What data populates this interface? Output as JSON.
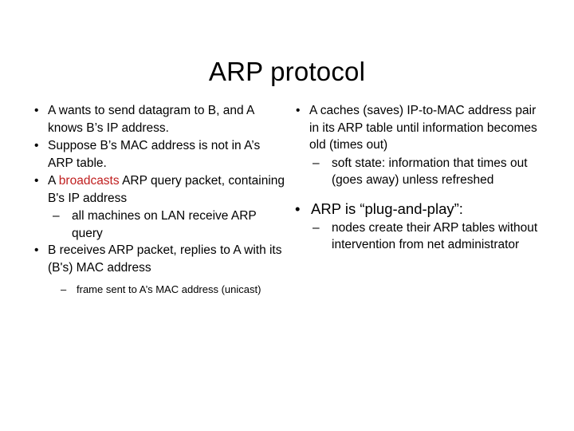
{
  "slide": {
    "title": "ARP protocol",
    "bullet_glyph": "•",
    "dash_glyph": "–",
    "accent_color": "#c02020",
    "background_color": "#ffffff",
    "text_color": "#000000"
  },
  "left_column": {
    "items": [
      {
        "text": "A wants to send datagram to B, and A knows B’s IP address."
      },
      {
        "text": "Suppose B’s MAC address is not in A’s ARP table."
      },
      {
        "text_before": "A ",
        "highlight": "broadcasts",
        "text_after": " ARP query packet, containing B's IP address"
      },
      {
        "sub": "all machines on LAN receive ARP query"
      },
      {
        "text": "B receives ARP packet, replies to A with its (B's) MAC address"
      },
      {
        "sub_small": "frame sent to A’s MAC address (unicast)"
      }
    ]
  },
  "right_column": {
    "items": [
      {
        "text": "A caches (saves) IP-to-MAC address pair in its ARP table until information becomes old (times out)"
      },
      {
        "sub": "soft state: information that times out (goes away) unless refreshed"
      },
      {
        "text_big": "ARP is “plug-and-play”:"
      },
      {
        "sub": "nodes create their ARP tables without intervention from net administrator"
      }
    ]
  }
}
